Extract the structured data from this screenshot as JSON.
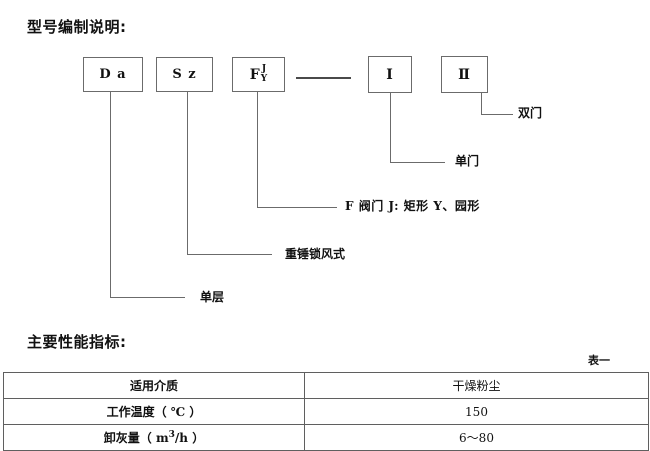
{
  "document": {
    "sections": {
      "model_heading": "型号编制说明:",
      "performance_heading": "主要性能指标:"
    }
  },
  "diagram": {
    "boxes": [
      {
        "id": "da",
        "label": "D a"
      },
      {
        "id": "sz",
        "label": "S z"
      },
      {
        "id": "fjy",
        "main": "F",
        "sup": "J",
        "sub": "Y"
      },
      {
        "id": "i",
        "label": "Ⅰ"
      },
      {
        "id": "ii",
        "label": "Ⅱ"
      }
    ],
    "labels": {
      "shuangmen": "双门",
      "danmen": "单门",
      "valve_spec": "F 阀门 J: 矩形  Y、园形",
      "zhongchui": "重锤锁风式",
      "danceng": "单层"
    }
  },
  "table": {
    "caption": "表一",
    "rows": [
      {
        "label": "适用介质",
        "value": "干燥粉尘"
      },
      {
        "label": "工作温度（ ℃ ）",
        "value": "150"
      },
      {
        "label_pre": "卸灰量（ m",
        "label_sup": "3",
        "label_post": "/h ）",
        "value": "6～80"
      }
    ]
  },
  "colors": {
    "line": "#6b6b6b",
    "text": "#111111",
    "background": "#ffffff"
  }
}
